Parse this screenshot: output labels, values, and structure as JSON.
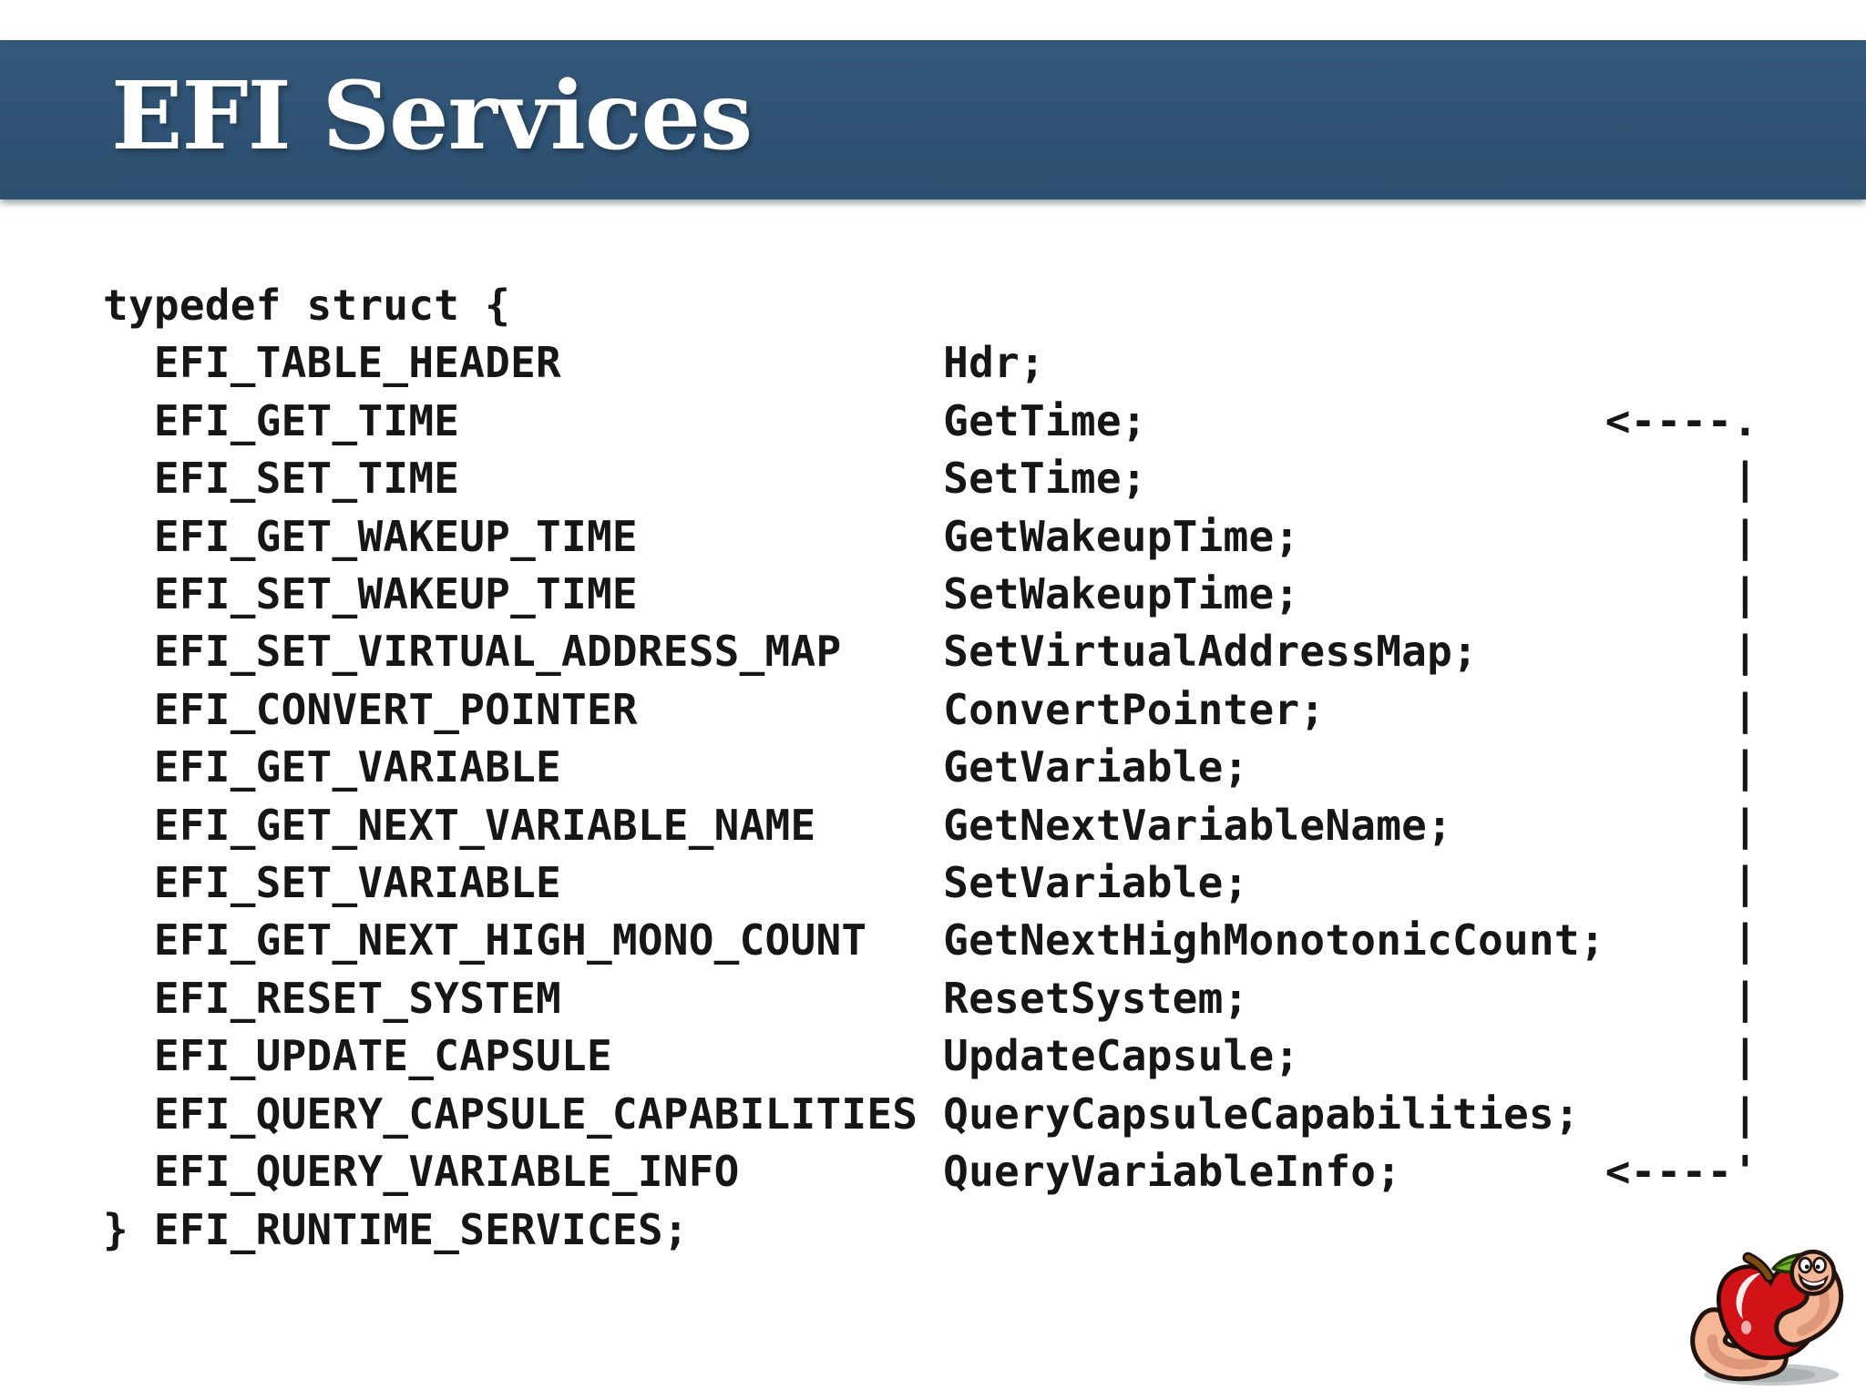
{
  "header": {
    "title": "EFI Services"
  },
  "colors": {
    "background": "#ffffff",
    "header_bg_top": "#34587a",
    "header_bg": "#2c4f70",
    "header_text": "#ffffff",
    "code_text": "#161616",
    "apple_red": "#d11317",
    "worm_skin": "#f4b695",
    "leaf_green": "#76b82a"
  },
  "code": {
    "language": "c",
    "open_line": "typedef struct {",
    "close_line": "} EFI_RUNTIME_SERVICES;",
    "struct_name": "EFI_RUNTIME_SERVICES",
    "arrow_start": "<----.",
    "arrow_end": "<----'",
    "fields": [
      {
        "type": "EFI_TABLE_HEADER",
        "name": "Hdr;",
        "annotation": ""
      },
      {
        "type": "EFI_GET_TIME",
        "name": "GetTime;",
        "annotation": "<----."
      },
      {
        "type": "EFI_SET_TIME",
        "name": "SetTime;",
        "annotation": "|"
      },
      {
        "type": "EFI_GET_WAKEUP_TIME",
        "name": "GetWakeupTime;",
        "annotation": "|"
      },
      {
        "type": "EFI_SET_WAKEUP_TIME",
        "name": "SetWakeupTime;",
        "annotation": "|"
      },
      {
        "type": "EFI_SET_VIRTUAL_ADDRESS_MAP",
        "name": "SetVirtualAddressMap;",
        "annotation": "|"
      },
      {
        "type": "EFI_CONVERT_POINTER",
        "name": "ConvertPointer;",
        "annotation": "|"
      },
      {
        "type": "EFI_GET_VARIABLE",
        "name": "GetVariable;",
        "annotation": "|"
      },
      {
        "type": "EFI_GET_NEXT_VARIABLE_NAME",
        "name": "GetNextVariableName;",
        "annotation": "|"
      },
      {
        "type": "EFI_SET_VARIABLE",
        "name": "SetVariable;",
        "annotation": "|"
      },
      {
        "type": "EFI_GET_NEXT_HIGH_MONO_COUNT",
        "name": "GetNextHighMonotonicCount;",
        "annotation": "|"
      },
      {
        "type": "EFI_RESET_SYSTEM",
        "name": "ResetSystem;",
        "annotation": "|"
      },
      {
        "type": "EFI_UPDATE_CAPSULE",
        "name": "UpdateCapsule;",
        "annotation": "|"
      },
      {
        "type": "EFI_QUERY_CAPSULE_CAPABILITIES",
        "name": "QueryCapsuleCapabilities;",
        "annotation": "|"
      },
      {
        "type": "EFI_QUERY_VARIABLE_INFO",
        "name": "QueryVariableInfo;",
        "annotation": "<----'"
      }
    ],
    "lines": [
      "typedef struct {",
      "  EFI_TABLE_HEADER               Hdr;",
      "  EFI_GET_TIME                   GetTime;                  <----.",
      "  EFI_SET_TIME                   SetTime;                       |",
      "  EFI_GET_WAKEUP_TIME            GetWakeupTime;                 |",
      "  EFI_SET_WAKEUP_TIME            SetWakeupTime;                 |",
      "  EFI_SET_VIRTUAL_ADDRESS_MAP    SetVirtualAddressMap;          |",
      "  EFI_CONVERT_POINTER            ConvertPointer;                |",
      "  EFI_GET_VARIABLE               GetVariable;                   |",
      "  EFI_GET_NEXT_VARIABLE_NAME     GetNextVariableName;           |",
      "  EFI_SET_VARIABLE               SetVariable;                   |",
      "  EFI_GET_NEXT_HIGH_MONO_COUNT   GetNextHighMonotonicCount;     |",
      "  EFI_RESET_SYSTEM               ResetSystem;                   |",
      "  EFI_UPDATE_CAPSULE             UpdateCapsule;                 |",
      "  EFI_QUERY_CAPSULE_CAPABILITIES QueryCapsuleCapabilities;      |",
      "  EFI_QUERY_VARIABLE_INFO        QueryVariableInfo;        <----'",
      "} EFI_RUNTIME_SERVICES;"
    ]
  },
  "mascot_icon": "apple-worm-icon"
}
